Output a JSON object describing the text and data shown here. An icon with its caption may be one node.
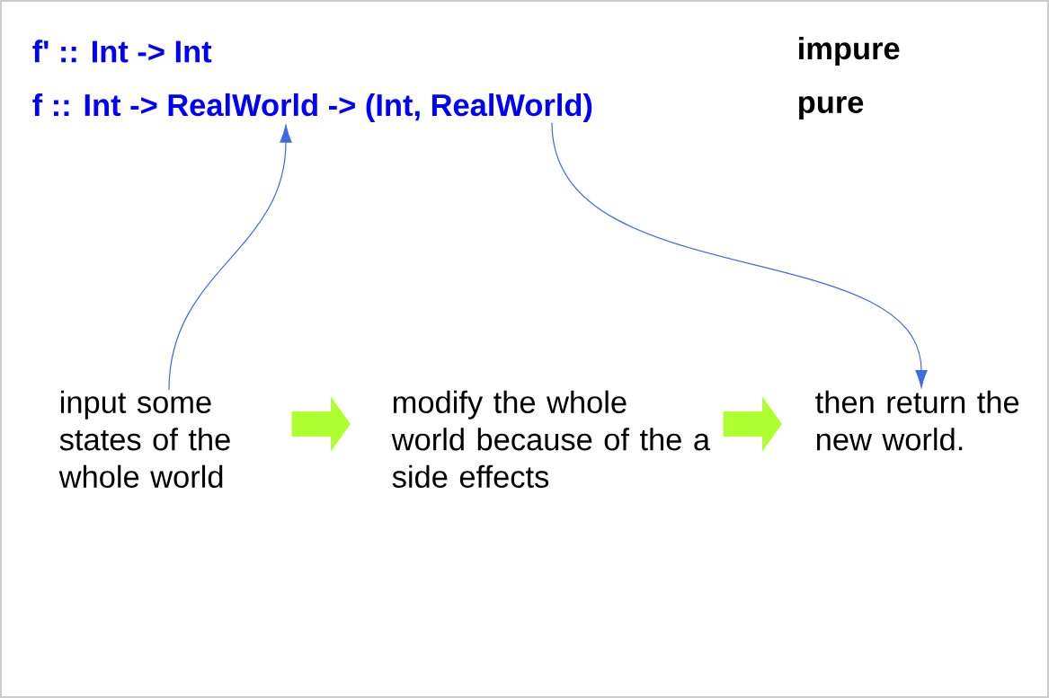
{
  "diagram": {
    "nodes": [
      {
        "text": [
          "f' :: Int -> Int"
        ]
      },
      {
        "text": [
          "f :: Int -> RealWorld -> (Int, RealWorld)"
        ]
      },
      {
        "text": [
          "input some states of the whole world"
        ]
      },
      {
        "text": [
          "modify the whole world because of the a side effects"
        ]
      },
      {
        "text": [
          "then return the new world."
        ]
      }
    ],
    "edges": [
      {
        "from": 2,
        "to": 1,
        "arrow": "to"
      },
      {
        "from": 1,
        "to": 4,
        "arrow": "to"
      },
      {
        "from": 2,
        "to": 3,
        "arrow": "to",
        "style": "thick",
        "color": "#adff2f"
      },
      {
        "from": 3,
        "to": 4,
        "arrow": "to",
        "style": "thick",
        "color": "#adff2f"
      }
    ],
    "labels": [
      "impure",
      "pure"
    ]
  }
}
